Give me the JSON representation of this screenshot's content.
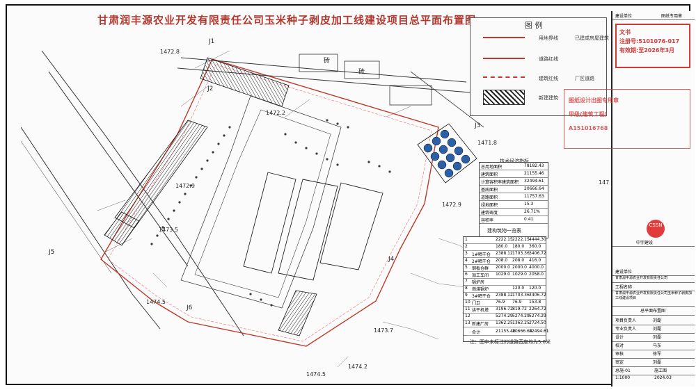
{
  "title": "甘肃润丰源农业开发有限责任公司玉米种子剥皮加工线建设项目总平面布置图",
  "legend": {
    "title": "图  例",
    "items": [
      {
        "label": "用地界线"
      },
      {
        "label": "道路红线"
      },
      {
        "label": "建筑红线"
      },
      {
        "label": "新建建筑"
      },
      {
        "label": "已建成房屋建筑"
      },
      {
        "label": "厂区道路"
      }
    ]
  },
  "tech_table": {
    "title": "技术经济指标",
    "rows": [
      {
        "name": "总用地面积",
        "value": "78182.43"
      },
      {
        "name": "建筑面积",
        "value": "21155.46"
      },
      {
        "name": "计算容积率建筑面积",
        "value": "32494.61"
      },
      {
        "name": "基底面积",
        "value": "20666.64"
      },
      {
        "name": "道路面积",
        "value": "11757.63"
      },
      {
        "name": "绿地面积",
        "value": "15.3"
      },
      {
        "name": "建筑密度",
        "value": "26.71%"
      },
      {
        "name": "容积率",
        "value": "0.41"
      }
    ]
  },
  "building_table": {
    "title": "建构筑物一览表",
    "rows": [
      {
        "no": "1",
        "name": "",
        "a": "2222.15",
        "b": "2222.15",
        "c": "4444.30"
      },
      {
        "no": "2",
        "name": "",
        "a": "180.0",
        "b": "180.0",
        "c": "360.0"
      },
      {
        "no": "3",
        "name": "1#晒干仓",
        "a": "2388.12",
        "b": "1703.36",
        "c": "3406.72"
      },
      {
        "no": "4",
        "name": "2#晒干仓",
        "a": "208.0",
        "b": "208.0",
        "c": "416.0"
      },
      {
        "no": "5",
        "name": "钢板仓群",
        "a": "2000.0",
        "b": "2000.0",
        "c": "4000.0"
      },
      {
        "no": "6",
        "name": "加工车间",
        "a": "1029.0",
        "b": "1029.0",
        "c": "2058.0"
      },
      {
        "no": "7",
        "name": "锅炉房",
        "a": "",
        "b": "",
        "c": ""
      },
      {
        "no": "8",
        "name": "燃煤锅炉",
        "a": "",
        "b": "120.0",
        "c": "120.0"
      },
      {
        "no": "9",
        "name": "3#晒干仓",
        "a": "2388.12",
        "b": "1703.36",
        "c": "3406.72"
      },
      {
        "no": "10",
        "name": "门卫",
        "a": "76.9",
        "b": "76.9",
        "c": "153.8"
      },
      {
        "no": "11",
        "name": "烘干机塔",
        "a": "3196.72",
        "b": "819.72",
        "c": "2264.72"
      },
      {
        "no": "12",
        "name": "",
        "a": "5274.29",
        "b": "5274.29",
        "c": "5274.29"
      },
      {
        "no": "13",
        "name": "新建厂房",
        "a": "1362.25",
        "b": "1362.25",
        "c": "2724.50"
      },
      {
        "no": "",
        "name": "合计",
        "a": "21155.46",
        "b": "20666.64",
        "c": "32494.61"
      }
    ]
  },
  "note": "注：图中未标注的道路宽度均为5.0米",
  "elevations": [
    "1472.8",
    "1472.2",
    "1472.9",
    "1473.5",
    "1474.5",
    "1471.8",
    "1472.9",
    "1473.7",
    "1474.2",
    "1474.5",
    "147"
  ],
  "labels": [
    "J1",
    "J2",
    "J3",
    "J4",
    "J5",
    "J6",
    "砖",
    "砖"
  ],
  "title_block": {
    "header_left": "建设单位",
    "header_right": "图纸专用章",
    "stamp_lines": [
      "文书",
      "注册号:5101076-017",
      "有效期:至2026年3月"
    ],
    "big_stamp": [
      "图纸设计出图专用章",
      "甲级(建筑工程)",
      "A151016768"
    ],
    "logo": "CSSN",
    "company": "中宇建设",
    "client_label": "建设单位",
    "client": "甘肃润丰源农业开发有限责任公司",
    "project_label": "工程名称",
    "project": "甘肃润丰源农业开发有限责任公司玉米种子剥皮加工线建设项目",
    "drawing": "总平面布置图",
    "roles": [
      "项目负责人",
      "专业负责人",
      "设计",
      "校对",
      "审核",
      "审定"
    ],
    "names": [
      "刘磊",
      "刘磊",
      "刘磊",
      "马东",
      "徐军",
      "刘磊"
    ],
    "sheet_no": "总施-01",
    "scale": "1:1000",
    "date": "2024.03",
    "stage": "施工图"
  }
}
